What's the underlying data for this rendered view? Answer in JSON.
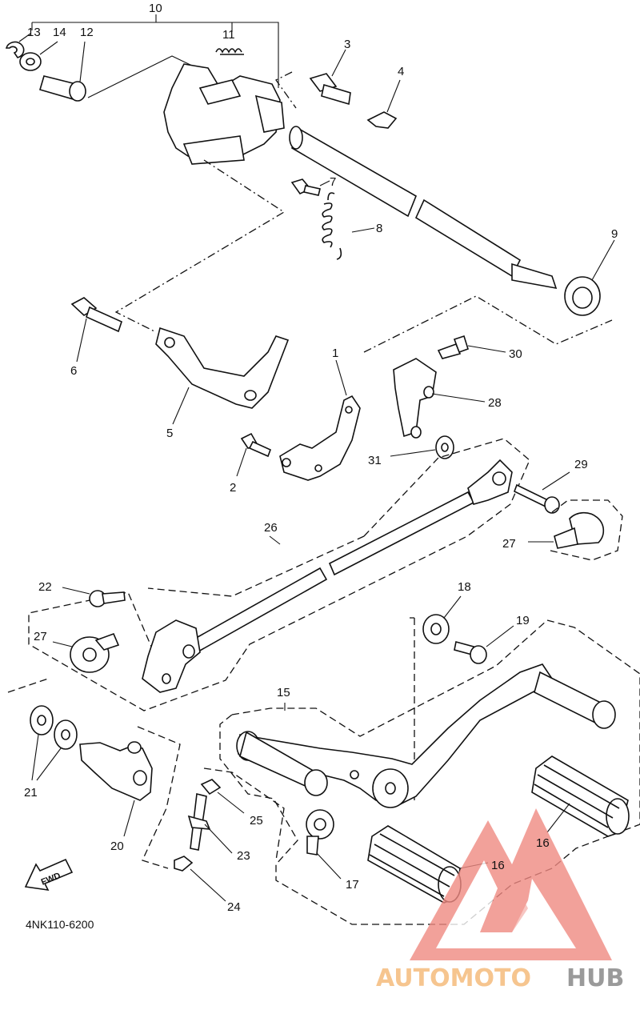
{
  "diagram_code": "4NK110-6200",
  "fwd_arrow": {
    "label": "FWD",
    "icon": "fwd-arrow-icon"
  },
  "watermark": {
    "logo_icon": "automotohub-triangle-logo",
    "text_a": "AUTOMOTO",
    "text_b": "HUB",
    "color_a": "#f6c58f",
    "color_b": "#9a9a9a",
    "triangle_color": "#f08a82"
  },
  "callouts": {
    "n1": "1",
    "n2": "2",
    "n3": "3",
    "n4": "4",
    "n5": "5",
    "n6": "6",
    "n7": "7",
    "n8": "8",
    "n9": "9",
    "n10": "10",
    "n11": "11",
    "n12": "12",
    "n13": "13",
    "n14": "14",
    "n15": "15",
    "n16a": "16",
    "n16b": "16",
    "n17": "17",
    "n18": "18",
    "n19": "19",
    "n20": "20",
    "n21": "21",
    "n22": "22",
    "n23": "23",
    "n24": "24",
    "n25": "25",
    "n26": "26",
    "n27a": "27",
    "n27b": "27",
    "n28": "28",
    "n29": "29",
    "n30": "30",
    "n31": "31"
  }
}
